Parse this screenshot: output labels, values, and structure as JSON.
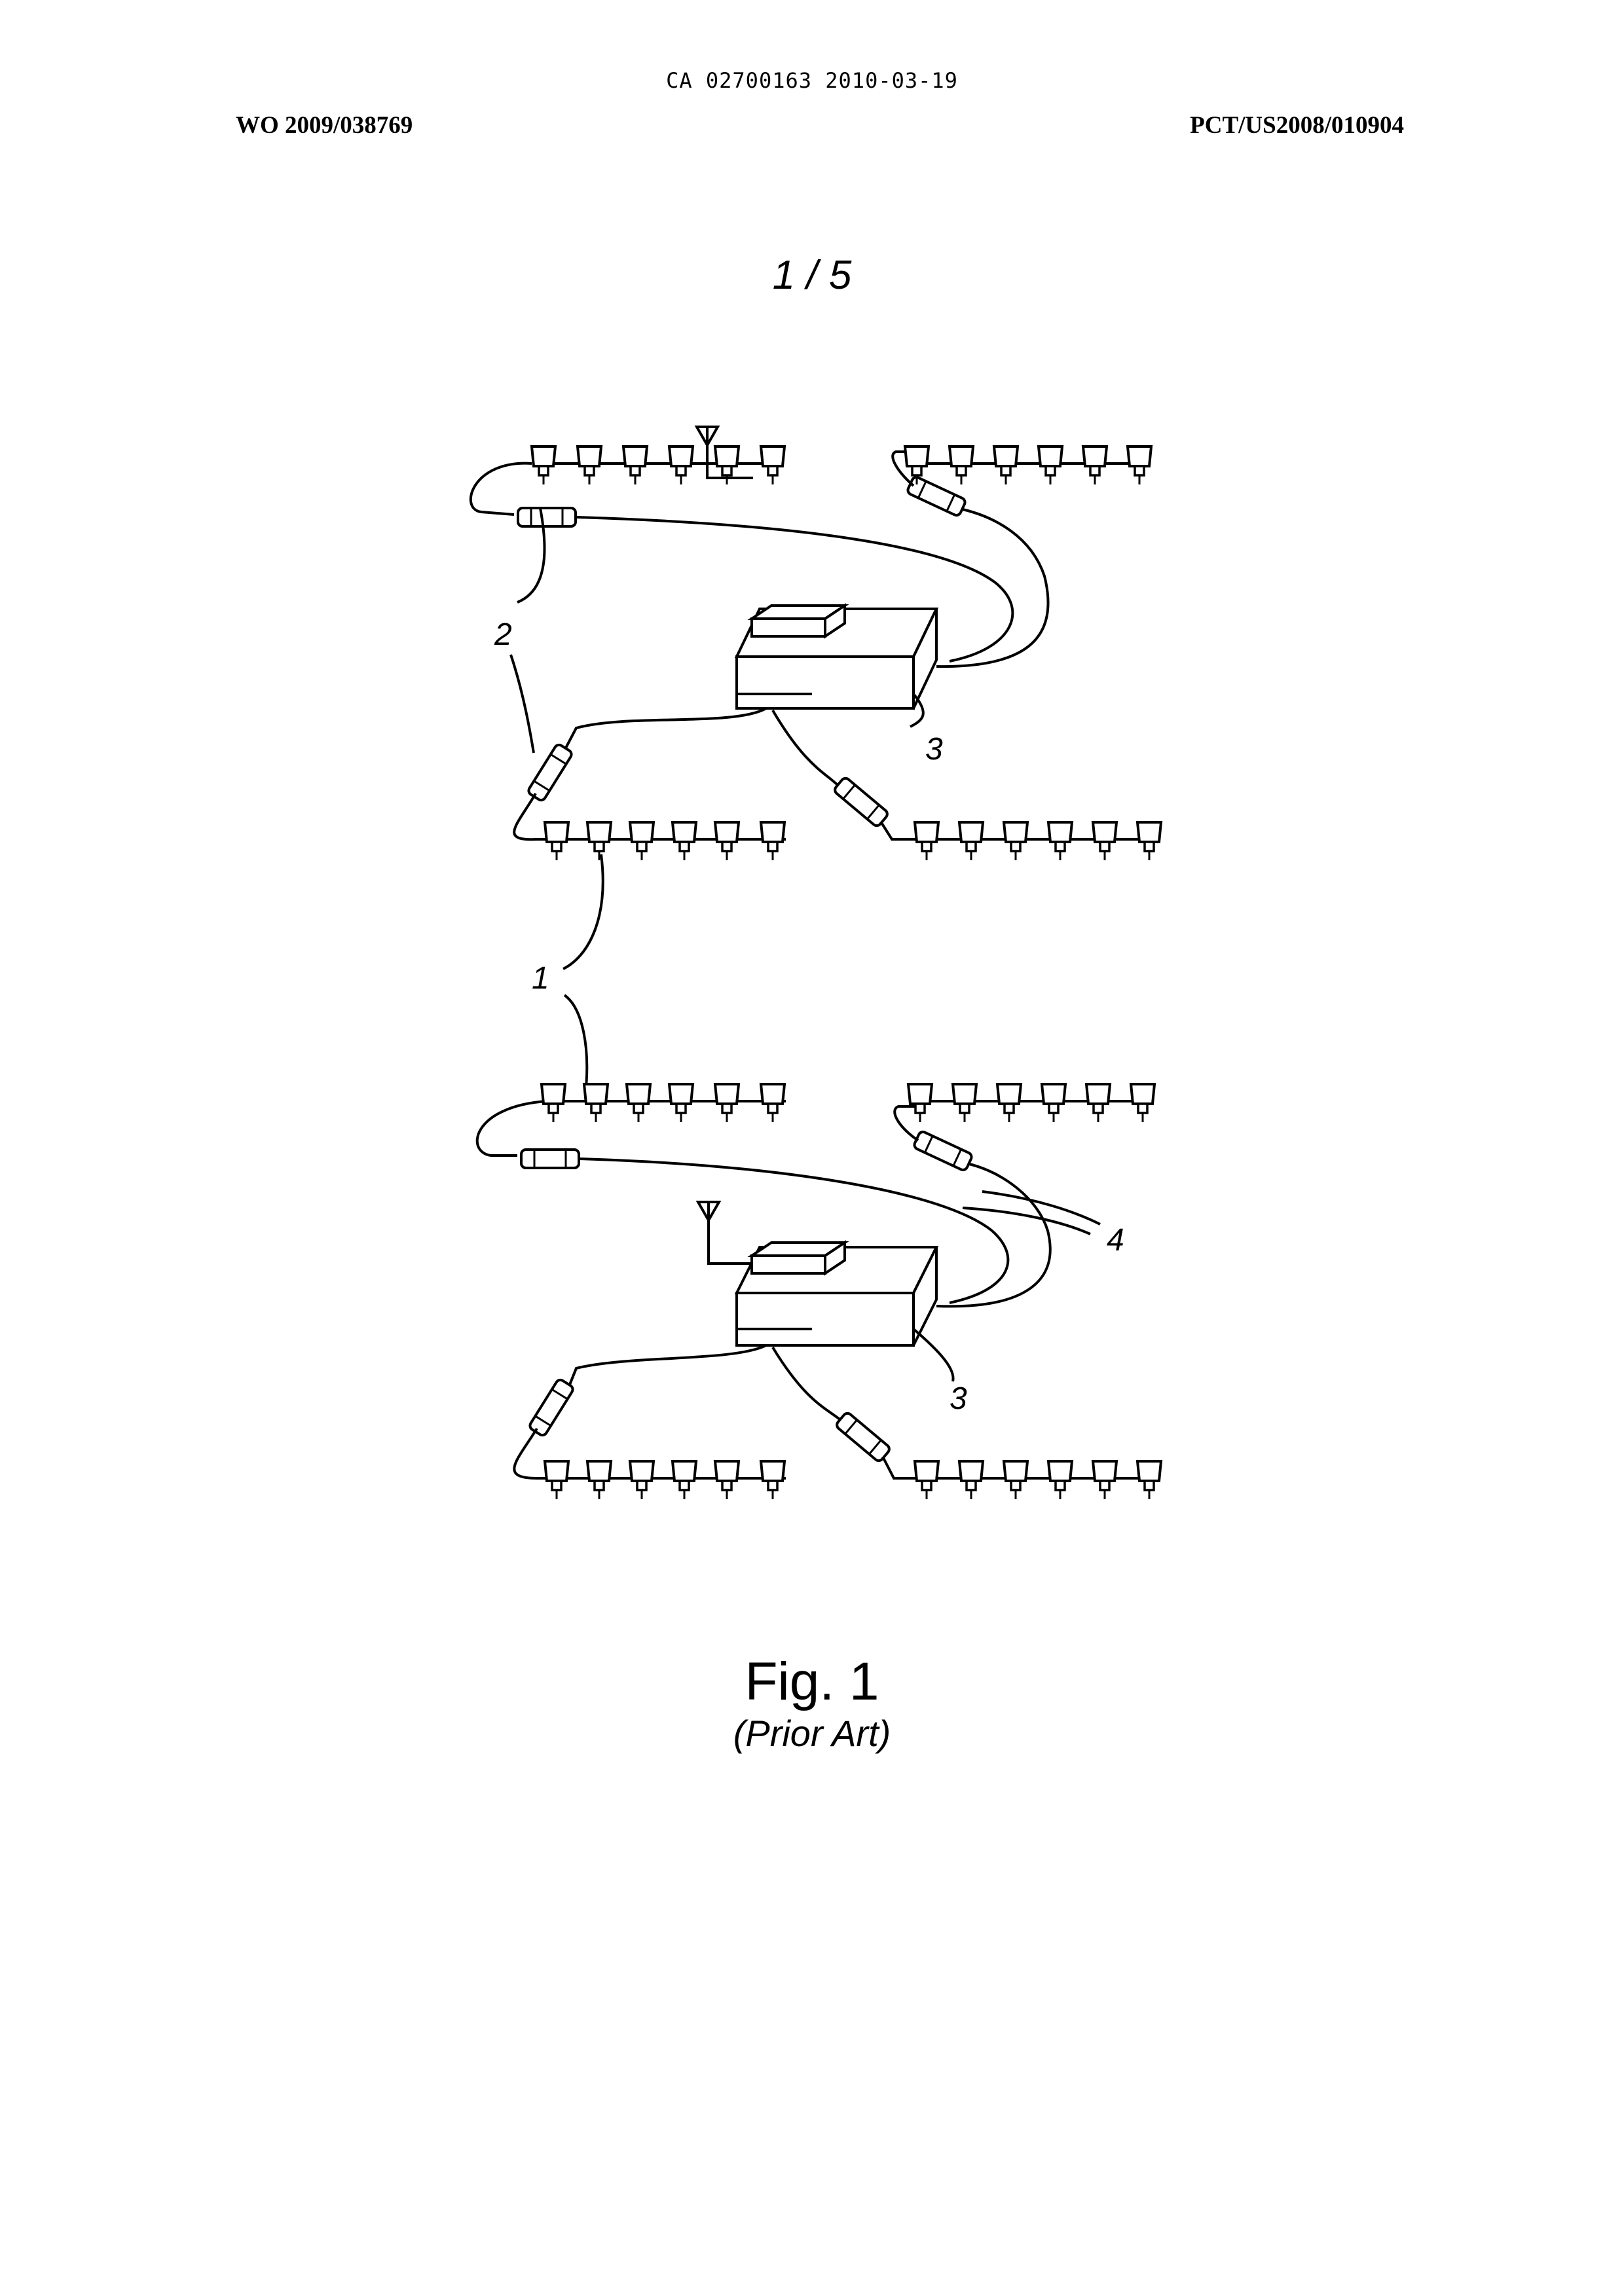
{
  "header": {
    "document_ref": "CA 02700163 2010-03-19",
    "publication_number": "WO 2009/038769",
    "application_number": "PCT/US2008/010904"
  },
  "sheet": "1 / 5",
  "figure": {
    "title": "Fig. 1",
    "subtitle": "(Prior Art)",
    "reference_labels": [
      "1",
      "2",
      "3",
      "3",
      "4"
    ]
  }
}
